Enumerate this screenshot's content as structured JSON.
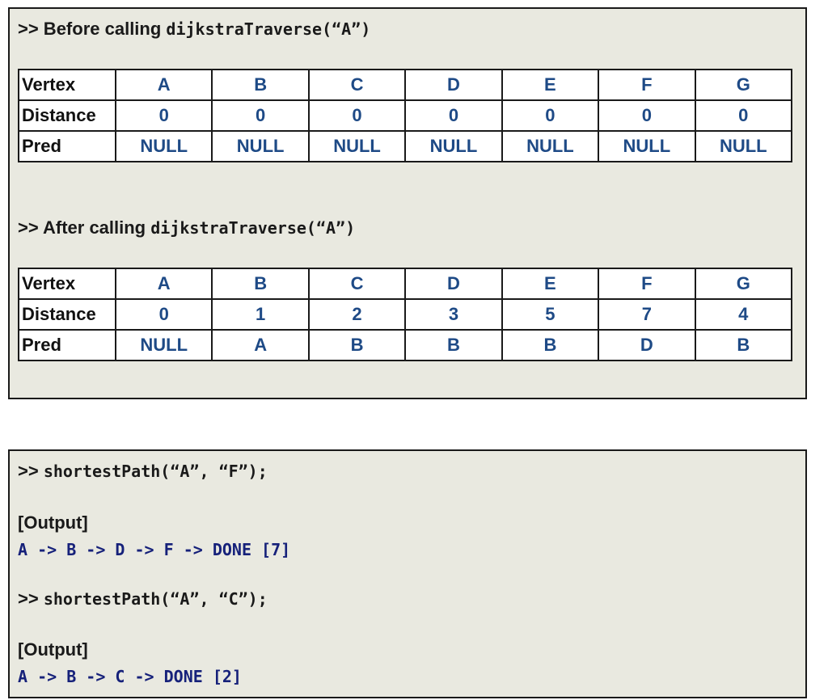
{
  "section1": {
    "before_prefix": ">> Before calling ",
    "before_call": "dijkstraTraverse(“A”)",
    "after_prefix": ">> After calling ",
    "after_call": "dijkstraTraverse(“A”)",
    "row_headers": [
      "Vertex",
      "Distance",
      "Pred"
    ],
    "vertices": [
      "A",
      "B",
      "C",
      "D",
      "E",
      "F",
      "G"
    ],
    "before": {
      "distance": [
        "0",
        "0",
        "0",
        "0",
        "0",
        "0",
        "0"
      ],
      "pred": [
        "NULL",
        "NULL",
        "NULL",
        "NULL",
        "NULL",
        "NULL",
        "NULL"
      ]
    },
    "after": {
      "distance": [
        "0",
        "1",
        "2",
        "3",
        "5",
        "7",
        "4"
      ],
      "pred": [
        "NULL",
        "A",
        "B",
        "B",
        "B",
        "D",
        "B"
      ]
    }
  },
  "section2": {
    "prompt": ">> ",
    "call1": "shortestPath(“A”, “F”);",
    "output_label1": "[Output]",
    "output1": "A -> B -> D -> F -> DONE [7]",
    "call2": "shortestPath(“A”, “C”);",
    "output_label2": "[Output]",
    "output2": "A -> B -> C -> DONE [2]"
  },
  "colors": {
    "panel_bg": "#e9e9e0",
    "cell_text": "#1e4a86",
    "code_blue": "#16217a",
    "border": "#1a1a1a"
  }
}
